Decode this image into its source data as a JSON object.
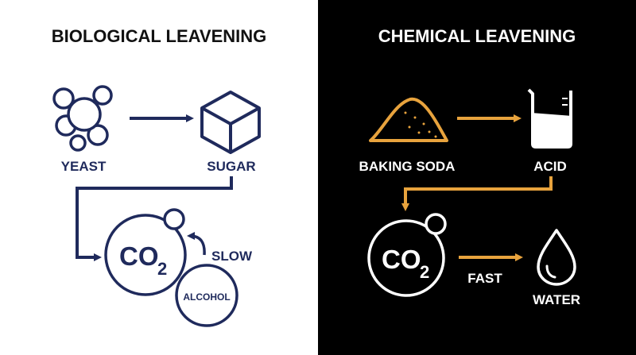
{
  "colors": {
    "left_background": "#ffffff",
    "right_background": "#000000",
    "navy": "#1f2a5c",
    "orange": "#e8a33d",
    "white": "#ffffff",
    "title_dark": "#111111"
  },
  "icons": {
    "yeast": "yeast-cluster-icon",
    "sugar": "sugar-cube-icon",
    "baking_soda": "powder-pile-icon",
    "acid": "beaker-icon",
    "water": "water-drop-icon",
    "slow": "curved-arrow-icon"
  },
  "biological": {
    "title": "BIOLOGICAL LEAVENING",
    "yeast_label": "YEAST",
    "sugar_label": "SUGAR",
    "co2_main": "CO",
    "co2_sub": "2",
    "alcohol_label": "ALCOHOL",
    "speed_label": "SLOW"
  },
  "chemical": {
    "title": "CHEMICAL LEAVENING",
    "baking_soda_label": "BAKING SODA",
    "acid_label": "ACID",
    "co2_main": "CO",
    "co2_sub": "2",
    "speed_label": "FAST",
    "water_label": "WATER"
  }
}
